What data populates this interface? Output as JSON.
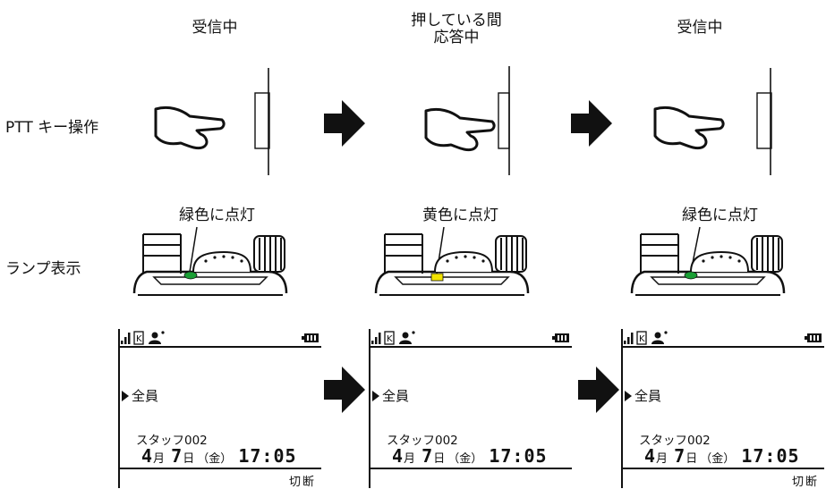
{
  "columns": [
    {
      "title_line1": "受信中",
      "title_line2": ""
    },
    {
      "title_line1": "押している間",
      "title_line2": "応答中"
    },
    {
      "title_line1": "受信中",
      "title_line2": ""
    }
  ],
  "rows": {
    "ptt_label": "PTT キー操作",
    "lamp_label": "ランプ表示"
  },
  "lamps": [
    {
      "label": "緑色に点灯",
      "color": "#1a9e35"
    },
    {
      "label": "黄色に点灯",
      "color": "#f2e300"
    },
    {
      "label": "緑色に点灯",
      "color": "#1a9e35"
    }
  ],
  "screen": {
    "group": "全員",
    "caller": "スタッフ002",
    "month": "4",
    "month_unit": "月",
    "day": "7",
    "day_unit": "日",
    "weekday": "（金）",
    "time": "17:05",
    "softkey": "切断"
  },
  "icons": [
    "signal-icon",
    "k-mode-icon",
    "user-icon",
    "battery-icon",
    "hand-icon",
    "right-arrow-icon",
    "radio-top-icon"
  ],
  "colors": {
    "ink": "#111111",
    "green": "#1a9e35",
    "yellow": "#f2e300"
  }
}
